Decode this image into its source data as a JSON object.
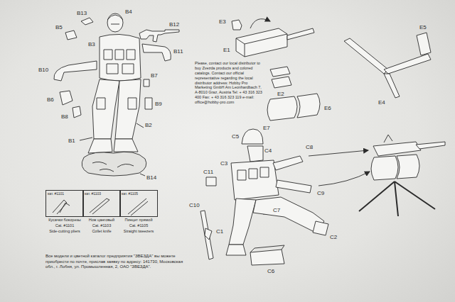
{
  "diagram": {
    "nodes": [
      {
        "text": [
          "кат. #1101",
          "Кусачки бокорезы",
          "Cat. #1101",
          "Side-cutting pliers"
        ]
      },
      {
        "text": [
          "кат. #1103",
          "Нож цанговый",
          "Cat. #1103",
          "Collet knife"
        ]
      },
      {
        "text": [
          "кат. #1105",
          "Пинцет прямой",
          "Cat. #1105",
          "Straight tweezers"
        ]
      }
    ],
    "labels": [
      "B13",
      "B4",
      "B12",
      "B5",
      "B3",
      "B11",
      "B10",
      "B7",
      "B6",
      "B9",
      "B8",
      "B1",
      "B2",
      "B14",
      "Please, contact our local distributor to buy Zvezda products and colored catalogs. Contact our official representative regarding the local distributor address: Hobby Pro Marketing GmbH Am Leonhardbach 7, A-8010 Graz, Austria Tel: + 43 316 323 400 Fax: + 43 316 323 119 e-mail: office@hobby-pro.com",
      "E3",
      "E1",
      "E2",
      "E5",
      "E4",
      "E6",
      "E7",
      "C5",
      "C4",
      "C8",
      "C3",
      "C11",
      "C10",
      "C9",
      "C7",
      "C1",
      "C2",
      "C6",
      "Все модели и цветной каталог предприятия \"ЗВЕЗДА\" вы можете приобрести по почте, прислав заявку по адресу: 141730, Московская обл., г. Лобня, ул. Промышленная, 2, ОАО \"ЗВЕЗДА\"."
    ]
  }
}
